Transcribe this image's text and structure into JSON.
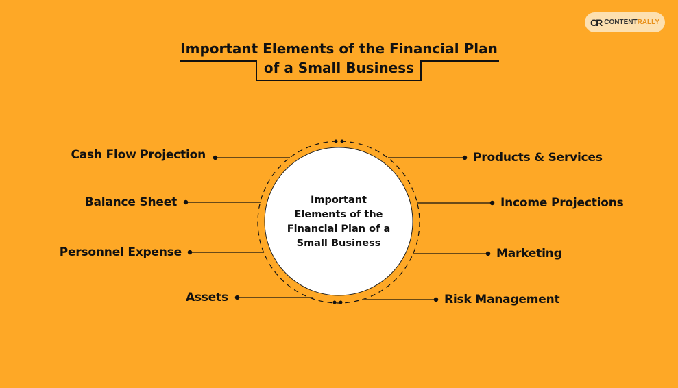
{
  "brand": {
    "logo_mark": "CR",
    "name_part1": "CONTENT",
    "name_part2": "RALLY",
    "pill_color": "#fde0b0",
    "accent_color": "#e8901a"
  },
  "header": {
    "title_line1": "Important Elements of the Financial Plan",
    "title_line2": "of a Small Business"
  },
  "diagram": {
    "background_color": "#fea826",
    "center": {
      "line1": "Important",
      "line2": "Elements of the",
      "line3": "Financial Plan of a",
      "line4": "Small Business"
    },
    "left_items": [
      {
        "label": "Cash Flow Projection"
      },
      {
        "label": "Balance Sheet"
      },
      {
        "label": "Personnel Expense"
      },
      {
        "label": "Assets"
      }
    ],
    "right_items": [
      {
        "label": "Products & Services"
      },
      {
        "label": "Income Projections"
      },
      {
        "label": "Marketing"
      },
      {
        "label": "Risk Management"
      }
    ]
  }
}
